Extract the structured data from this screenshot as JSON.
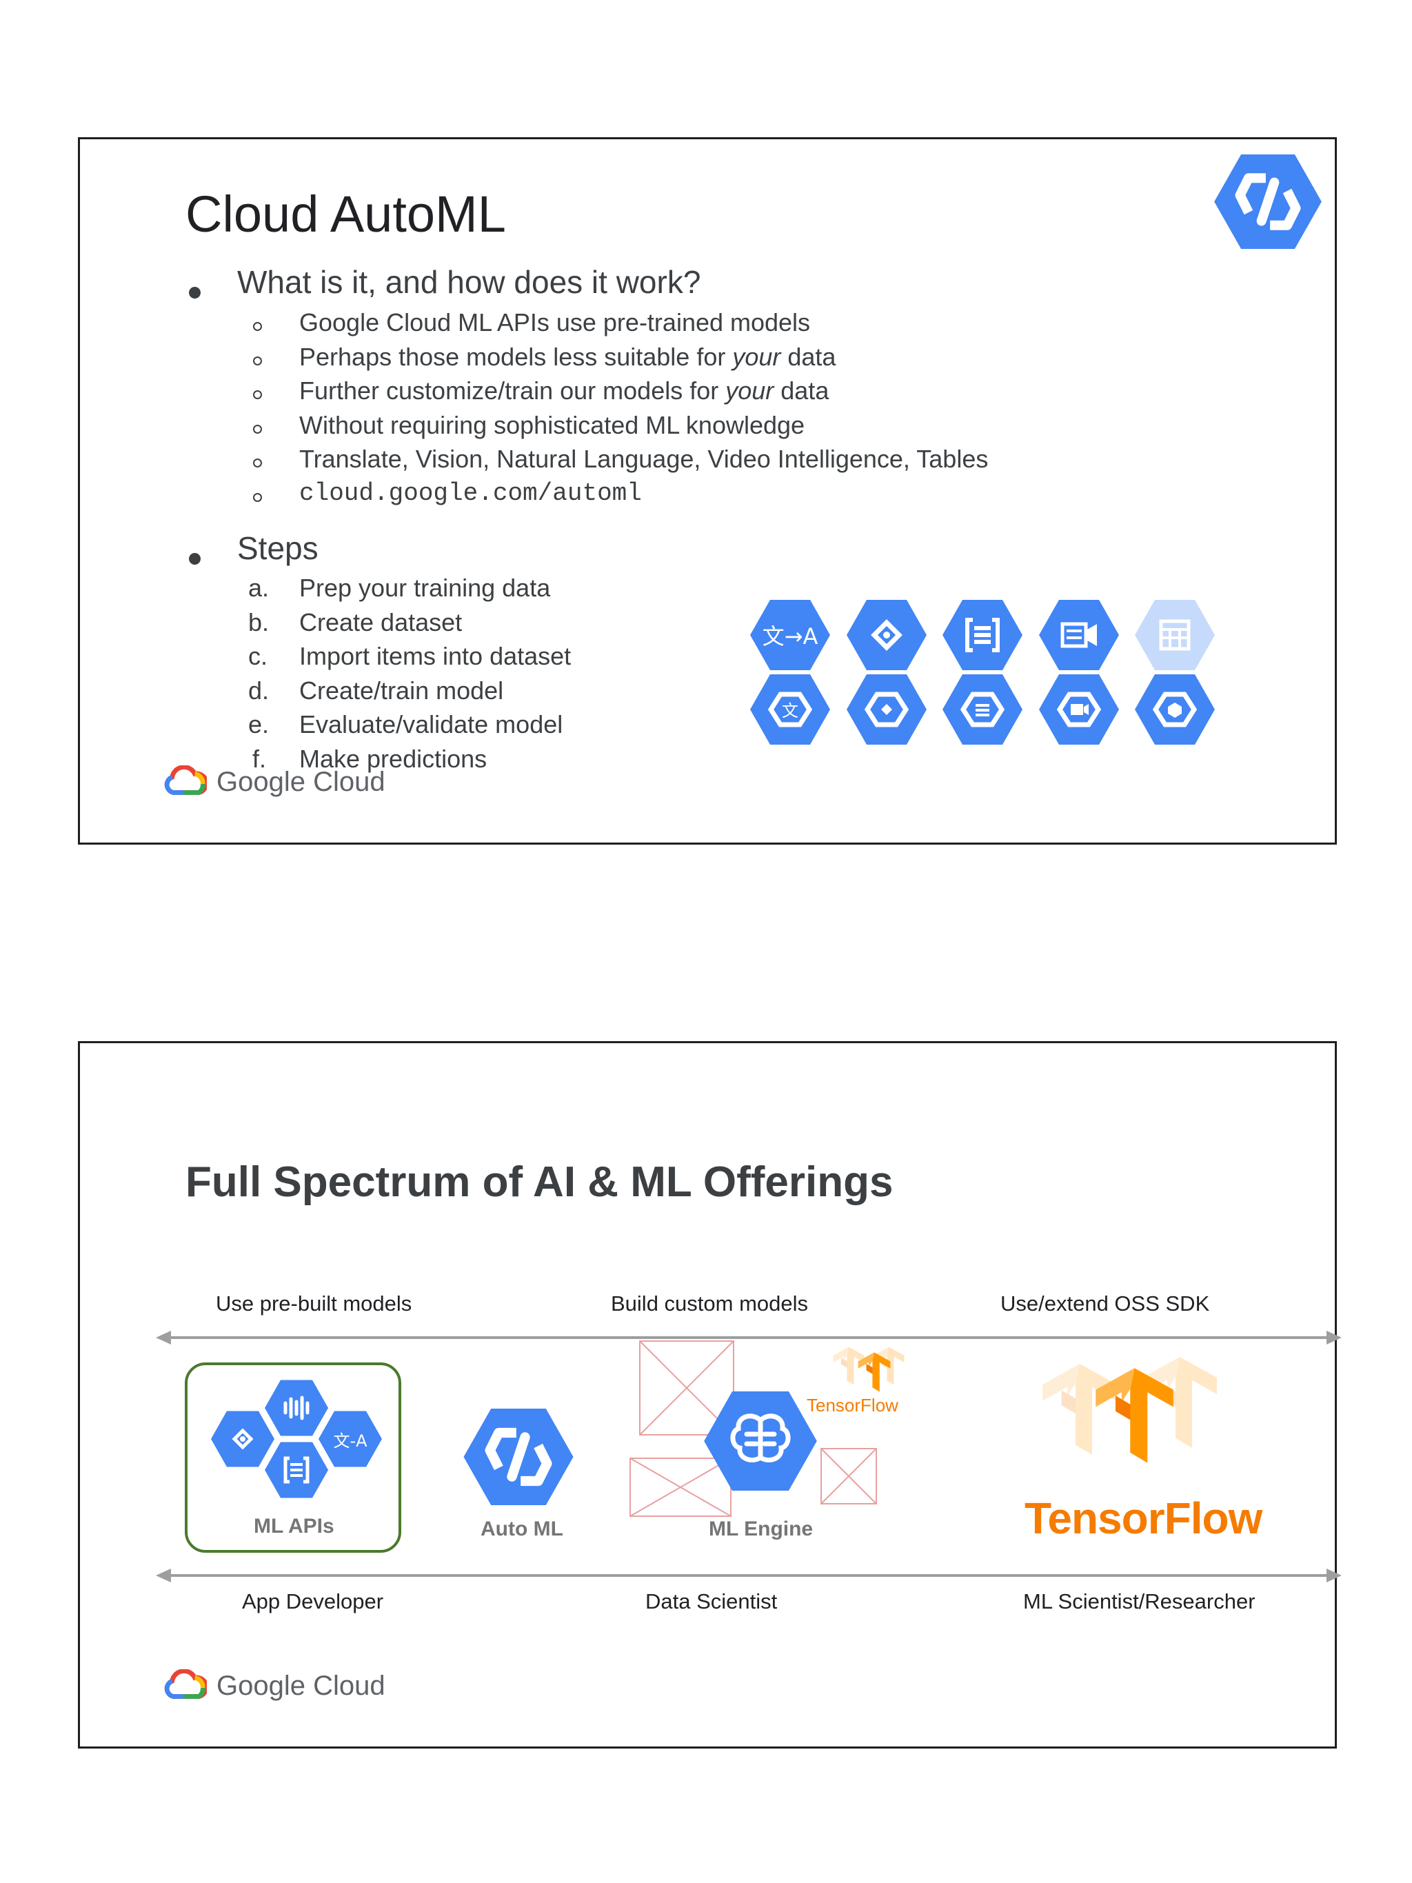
{
  "slide1": {
    "title": "Cloud AutoML",
    "bullet1": {
      "text": "What is it, and how does it work?",
      "items": [
        {
          "pre": "Google Cloud ML APIs use pre-trained models",
          "em": "",
          "post": ""
        },
        {
          "pre": "Perhaps those models less suitable for ",
          "em": "your",
          "post": " data"
        },
        {
          "pre": "Further customize/train our models for ",
          "em": "your",
          "post": " data"
        },
        {
          "pre": "Without requiring sophisticated ML knowledge",
          "em": "",
          "post": ""
        },
        {
          "pre": "Translate, Vision, Natural Language, Video Intelligence, Tables",
          "em": "",
          "post": ""
        }
      ],
      "url": "cloud.google.com/automl"
    },
    "bullet2": {
      "text": "Steps",
      "steps": [
        {
          "marker": "a.",
          "text": "Prep your training data"
        },
        {
          "marker": "b.",
          "text": "Create dataset"
        },
        {
          "marker": "c.",
          "text": "Import items into dataset"
        },
        {
          "marker": "d.",
          "text": "Create/train model"
        },
        {
          "marker": "e.",
          "text": "Evaluate/validate model"
        },
        {
          "marker": "f.",
          "text": "Make predictions"
        }
      ]
    },
    "icon_grid_text": {
      "translate": "文→A"
    },
    "footer": "Google Cloud"
  },
  "slide2": {
    "title": "Full Spectrum of AI & ML Offerings",
    "top_labels": [
      "Use pre-built models",
      "Build custom models",
      "Use/extend OSS SDK"
    ],
    "bottom_labels": [
      "App Developer",
      "Data Scientist",
      "ML Scientist/Researcher"
    ],
    "products": {
      "ml_apis": "ML APIs",
      "auto_ml": "Auto ML",
      "ml_engine": "ML Engine",
      "tensorflow_small": "TensorFlow",
      "tensorflow_large": "TensorFlow",
      "translate_glyph": "文-A"
    },
    "footer": "Google Cloud"
  },
  "colors": {
    "gcp_blue": "#4285f4",
    "gcp_blue_light": "#c6dafc",
    "tensorflow_orange": "#f57c00",
    "ml_apis_border": "#4a7a2c",
    "arrow_grey": "#9e9e9e"
  }
}
